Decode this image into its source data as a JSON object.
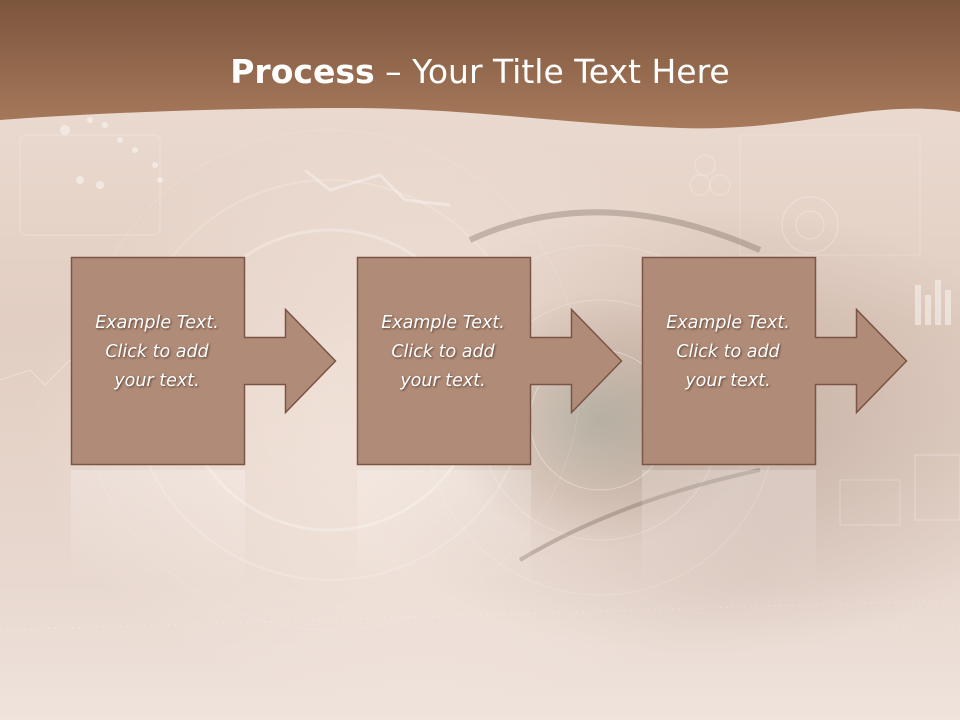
{
  "slide": {
    "title_bold": "Process",
    "title_rest": " – Your Title Text Here"
  },
  "colors": {
    "banner": "#a07052",
    "box_fill": "#b08c78",
    "box_stroke": "#7a5444"
  },
  "steps": [
    {
      "text": "Example Text.\nClick  to add\nyour text."
    },
    {
      "text": "Example Text.\nClick  to add\nyour text."
    },
    {
      "text": "Example Text.\nClick  to add\nyour text."
    }
  ]
}
